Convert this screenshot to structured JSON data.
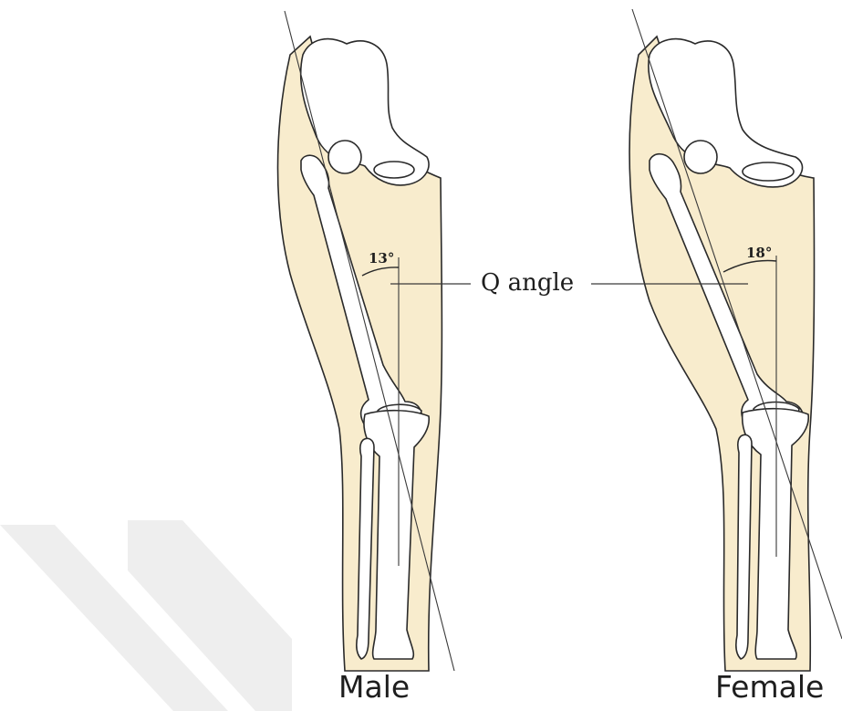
{
  "labels": {
    "q_angle": "Q angle",
    "male_angle": "13°",
    "female_angle": "18°",
    "male": "Male",
    "female": "Female"
  }
}
